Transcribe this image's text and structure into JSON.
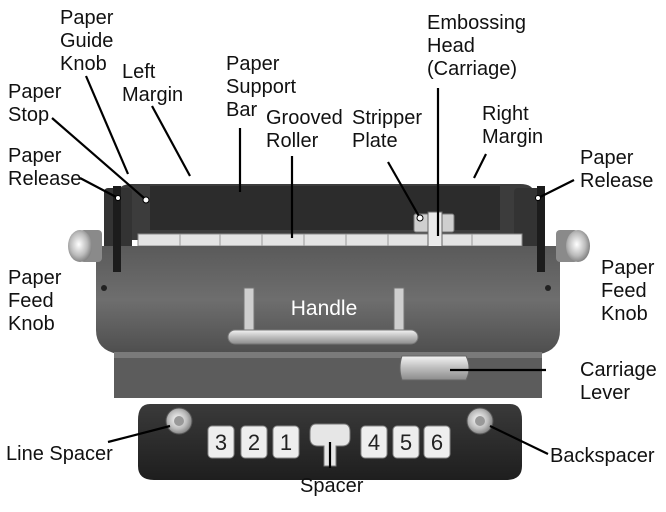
{
  "labels": {
    "paper_guide_knob": [
      "Paper",
      "Guide",
      "Knob"
    ],
    "left_margin": [
      "Left",
      "Margin"
    ],
    "paper_support_bar": [
      "Paper",
      "Support",
      "Bar"
    ],
    "embossing_head": [
      "Embossing",
      "Head",
      "(Carriage)"
    ],
    "paper_stop": [
      "Paper",
      "Stop"
    ],
    "grooved_roller": [
      "Grooved",
      "Roller"
    ],
    "stripper_plate": [
      "Stripper",
      "Plate"
    ],
    "right_margin": [
      "Right",
      "Margin"
    ],
    "paper_release_left": [
      "Paper",
      "Release"
    ],
    "paper_release_right": [
      "Paper",
      "Release"
    ],
    "paper_feed_knob_left": [
      "Paper",
      "Feed",
      "Knob"
    ],
    "paper_feed_knob_right": [
      "Paper",
      "Feed",
      "Knob"
    ],
    "handle": "Handle",
    "carriage_lever": [
      "Carriage",
      "Lever"
    ],
    "line_spacer": "Line Spacer",
    "backspacer": "Backspacer",
    "spacer": "Spacer"
  },
  "keys": {
    "key_3": "3",
    "key_2": "2",
    "key_1": "1",
    "key_4": "4",
    "key_5": "5",
    "key_6": "6"
  },
  "colors": {
    "body_dark": "#4a4a4a",
    "body_mid": "#6b6b6b",
    "chrome": "#d9d9d9",
    "key_face": "#eeeeee",
    "text": "#111111"
  }
}
